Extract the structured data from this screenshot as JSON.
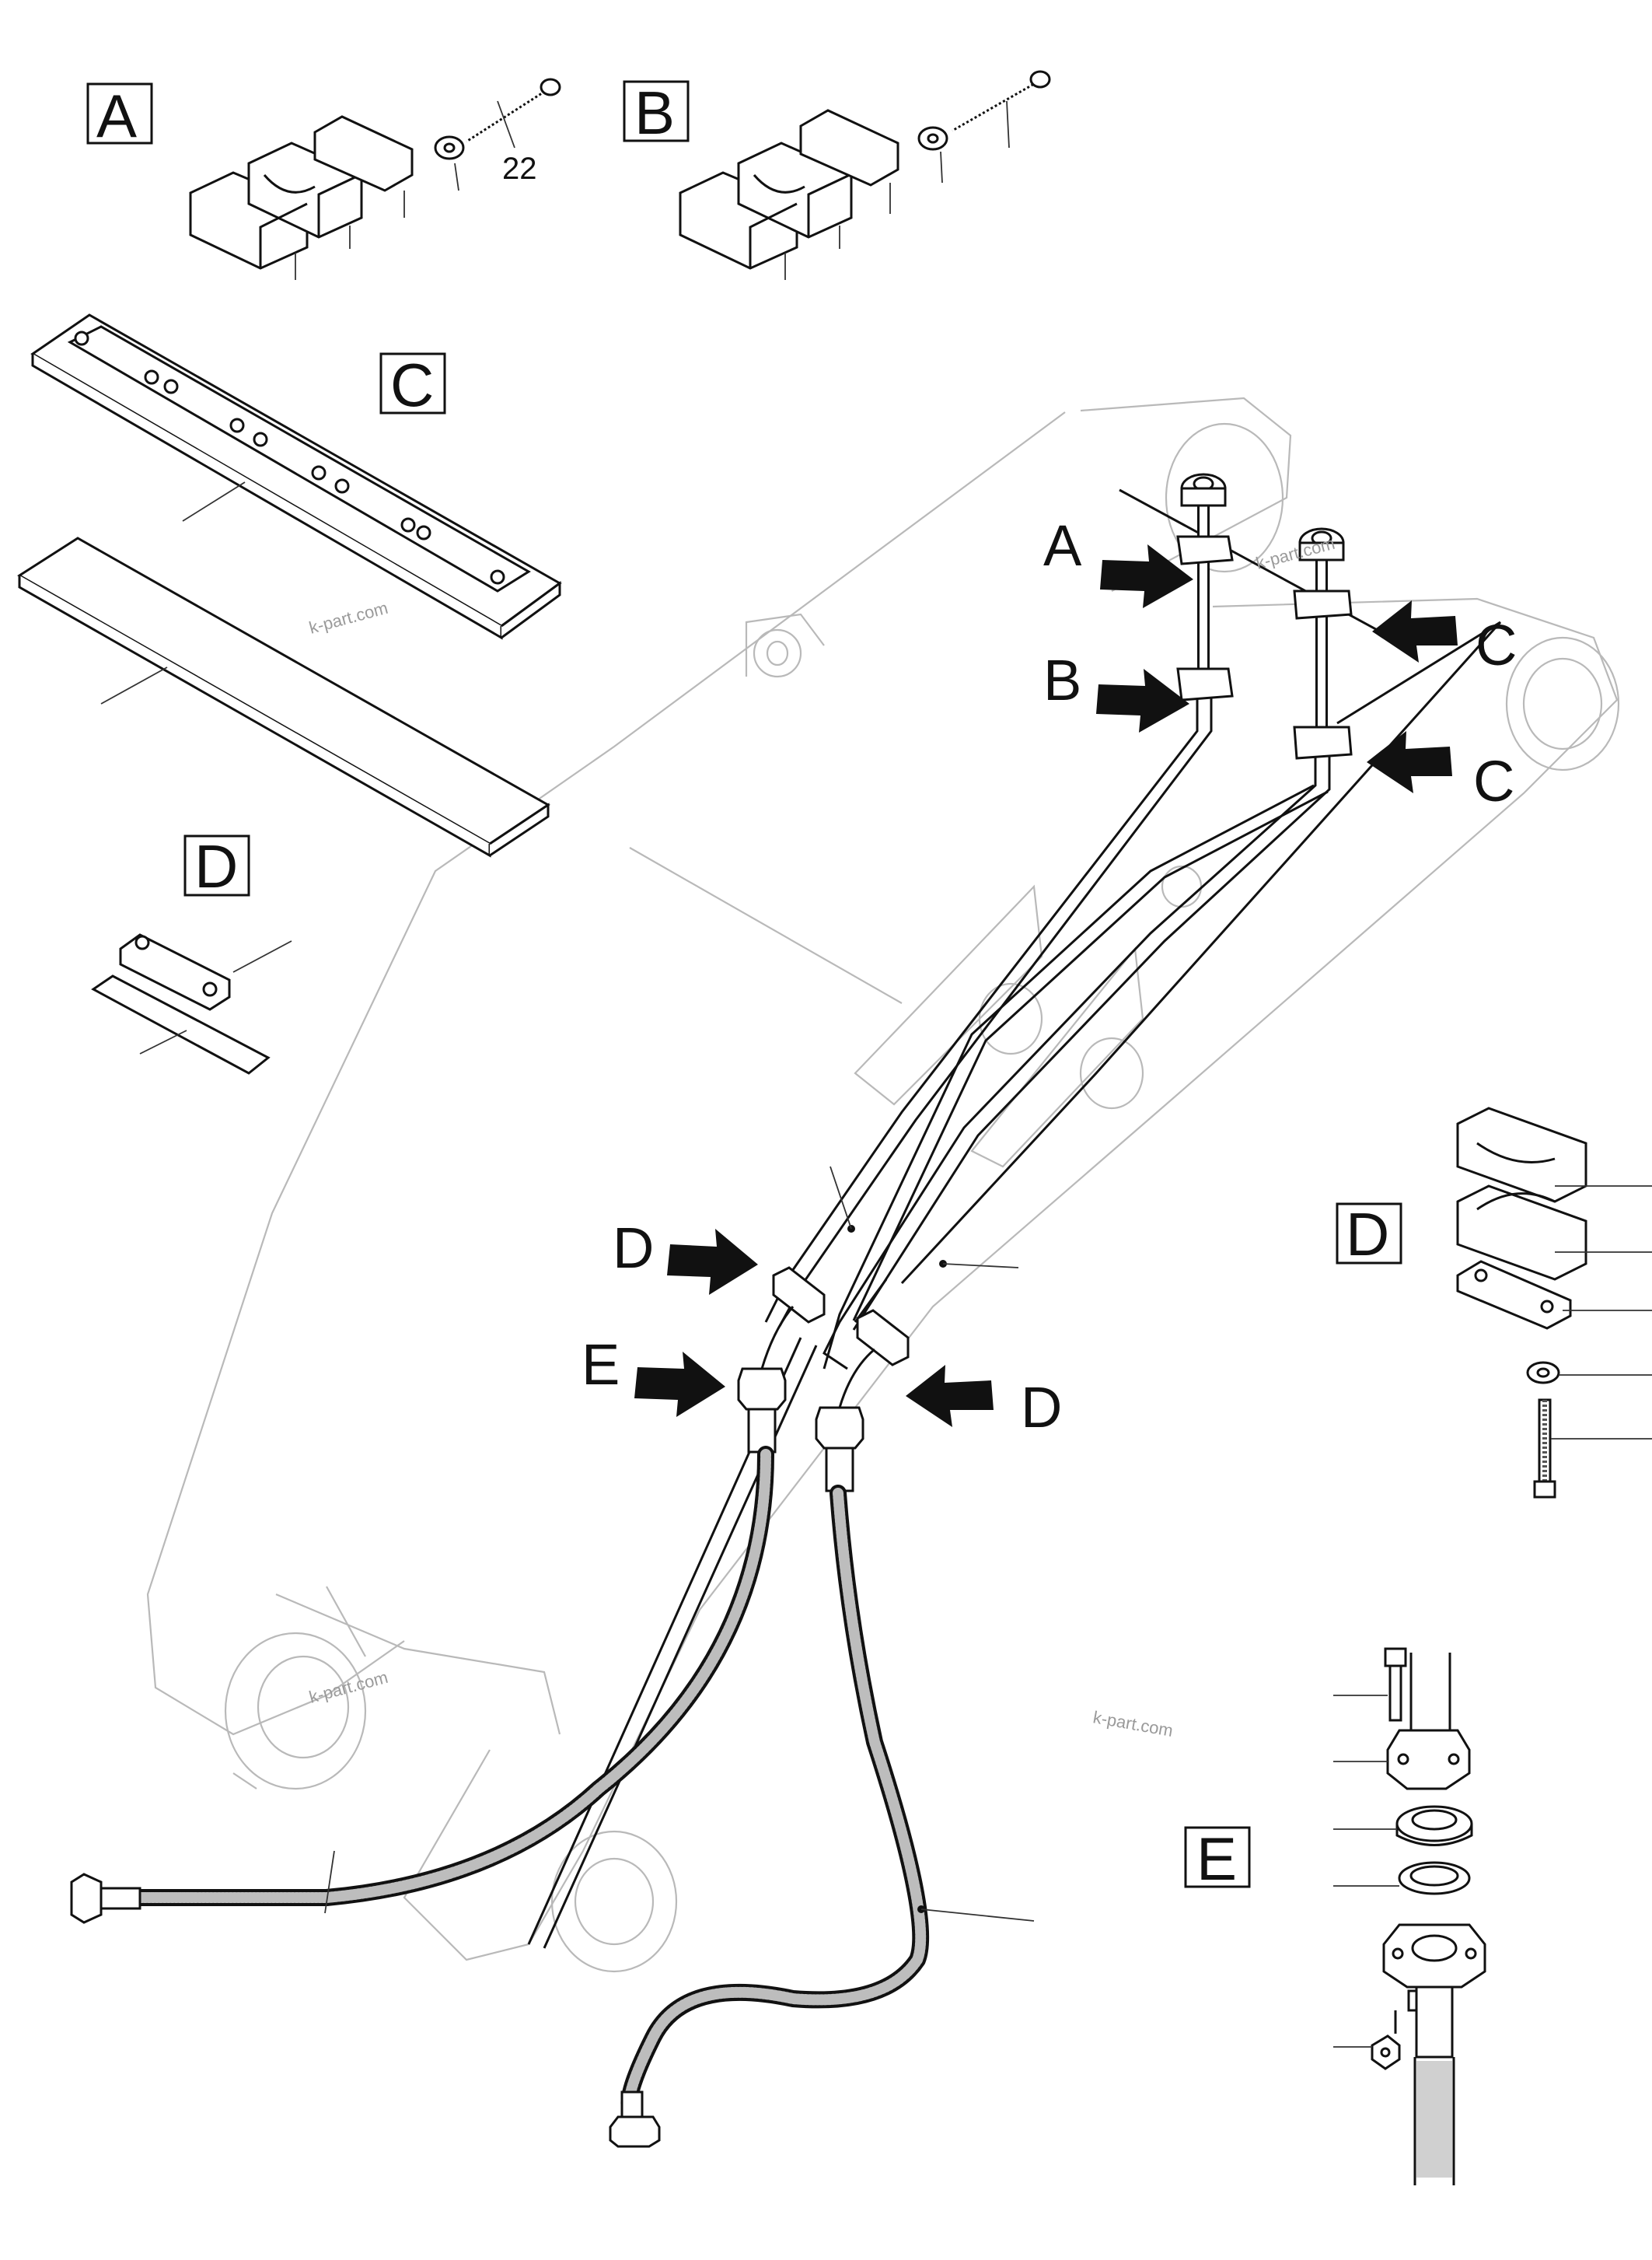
{
  "callouts": {
    "box_a": "A",
    "box_b": "B",
    "box_c": "C",
    "box_d_left": "D",
    "box_d_right": "D",
    "box_e": "E",
    "arrow_a": "A",
    "arrow_b": "B",
    "arrow_c_top": "C",
    "arrow_c_bottom": "C",
    "arrow_d_left": "D",
    "arrow_d_right": "D",
    "arrow_e": "E"
  },
  "part_number": "22",
  "watermarks": [
    "k-part.com",
    "k-part.com",
    "k-part.com",
    "k-part.com"
  ],
  "icons": [
    "arrow-icon",
    "clamp-icon",
    "bolt-icon",
    "washer-icon",
    "flange-icon"
  ]
}
